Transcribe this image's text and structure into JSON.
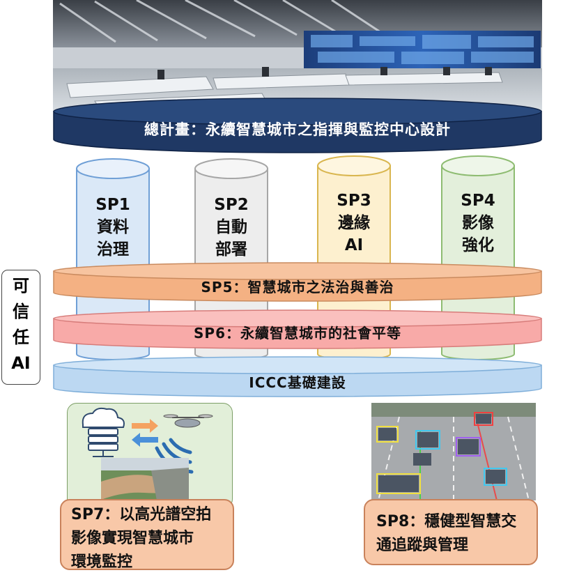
{
  "main_plan": {
    "title": "總計畫：永續智慧城市之指揮與監控中心設計"
  },
  "subprojects": [
    {
      "id": "SP1",
      "line1": "資料",
      "line2": "治理",
      "color": "#dae8f7"
    },
    {
      "id": "SP2",
      "line1": "自動",
      "line2": "部署",
      "color": "#ededed"
    },
    {
      "id": "SP3",
      "line1": "邊緣",
      "line2": "AI",
      "color": "#fdf0cf"
    },
    {
      "id": "SP4",
      "line1": "影像",
      "line2": "強化",
      "color": "#e3efdb"
    }
  ],
  "layers": [
    {
      "label": "SP5：智慧城市之法治與善治",
      "color": "#f4b183",
      "edge": "#c98a5e"
    },
    {
      "label": "SP6：永續智慧城市的社會平等",
      "color": "#f8aaa8",
      "edge": "#d77c7a"
    },
    {
      "label": "ICCC基礎建設",
      "color": "#bcd8f2",
      "edge": "#7eaed9"
    }
  ],
  "trusted_ai": {
    "chars": [
      "可",
      "信",
      "任",
      "AI"
    ]
  },
  "sp7": {
    "line1": "SP7：以高光譜空拍",
    "line2": "影像實現智慧城市",
    "line3": "環境監控"
  },
  "sp8": {
    "line1": "SP8：穩健型智慧交",
    "line2": "通追蹤與管理"
  },
  "colors": {
    "title_band": "#1f3864",
    "title_text": "#ffffff",
    "box_fill": "#f8c8a8",
    "sp7_panel": "#e2efd9"
  }
}
